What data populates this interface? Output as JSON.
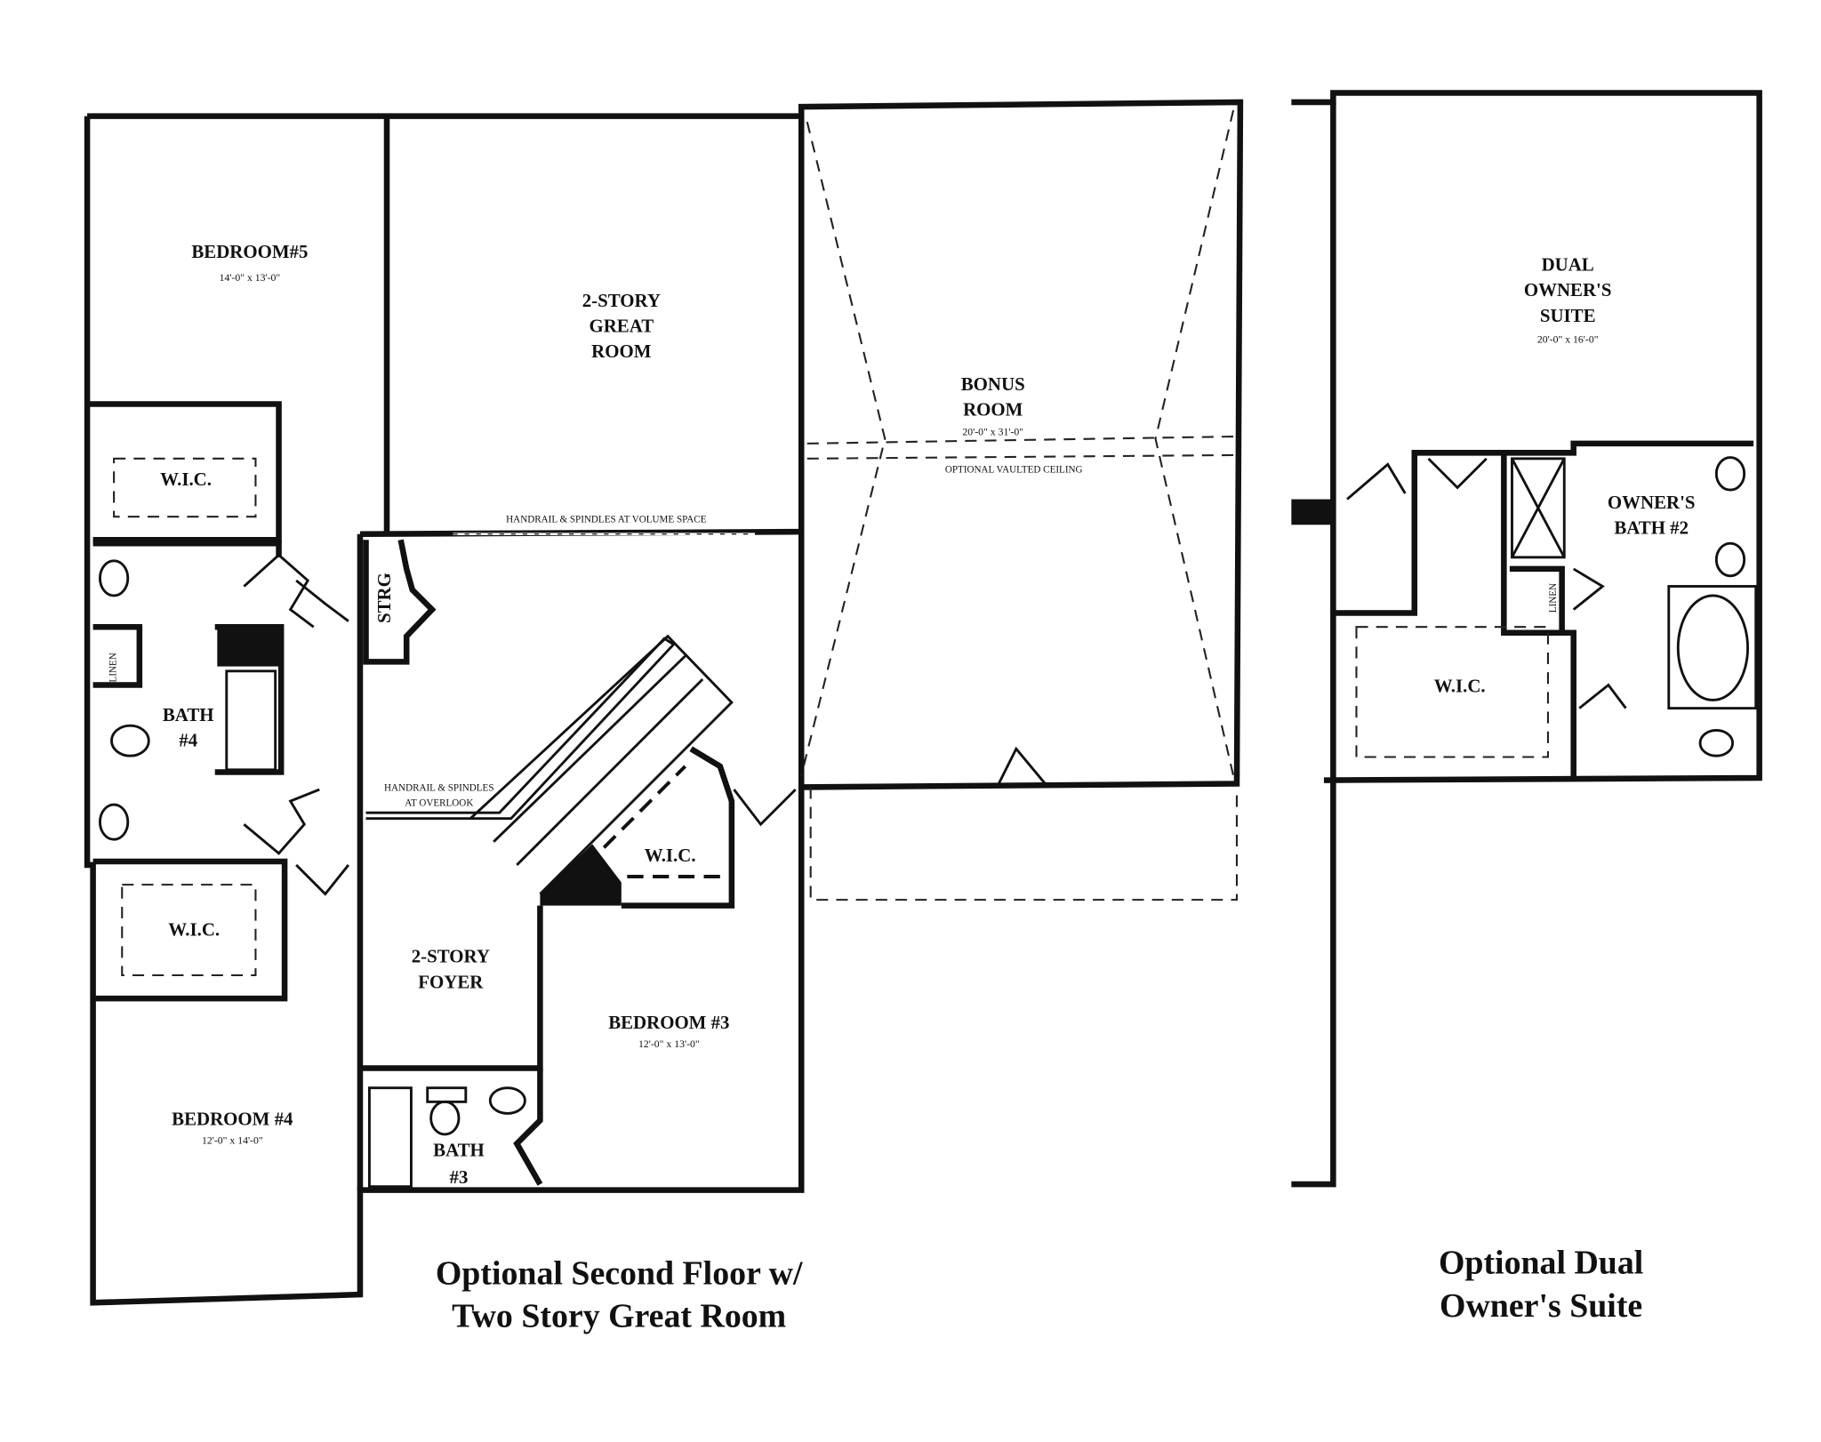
{
  "second_floor": {
    "caption": [
      "Optional Second Floor w/",
      "Two Story Great Room"
    ],
    "rooms": {
      "bedroom5": {
        "name": "BEDROOM#5",
        "size": "14'-0\" x 13'-0\""
      },
      "great_room": {
        "name": [
          "2-STORY",
          "GREAT",
          "ROOM"
        ]
      },
      "bonus_room": {
        "name": [
          "BONUS",
          "ROOM"
        ],
        "size": "20'-0\" x 31'-0\"",
        "note": "OPTIONAL VAULTED CEILING"
      },
      "wic_bed5": "W.I.C.",
      "strg": "STRG",
      "linen": "LINEN",
      "bath4": [
        "BATH",
        "#4"
      ],
      "wic_bed3": "W.I.C.",
      "wic_bed4": "W.I.C.",
      "foyer": [
        "2-STORY",
        "FOYER"
      ],
      "bedroom3": {
        "name": "BEDROOM #3",
        "size": "12'-0\" x 13'-0\""
      },
      "bedroom4": {
        "name": "BEDROOM #4",
        "size": "12'-0\" x 14'-0\""
      },
      "bath3": [
        "BATH",
        "#3"
      ]
    },
    "notes": {
      "volume_space": "HANDRAIL & SPINDLES AT VOLUME SPACE",
      "overlook": [
        "HANDRAIL & SPINDLES",
        "AT OVERLOOK"
      ]
    }
  },
  "dual_suite": {
    "caption": [
      "Optional Dual",
      "Owner's Suite"
    ],
    "suite": {
      "name": [
        "DUAL",
        "OWNER'S",
        "SUITE"
      ],
      "size": "20'-0\" x 16'-0\""
    },
    "bath": [
      "OWNER'S",
      "BATH #2"
    ],
    "linen": "LINEN",
    "wic": "W.I.C."
  }
}
